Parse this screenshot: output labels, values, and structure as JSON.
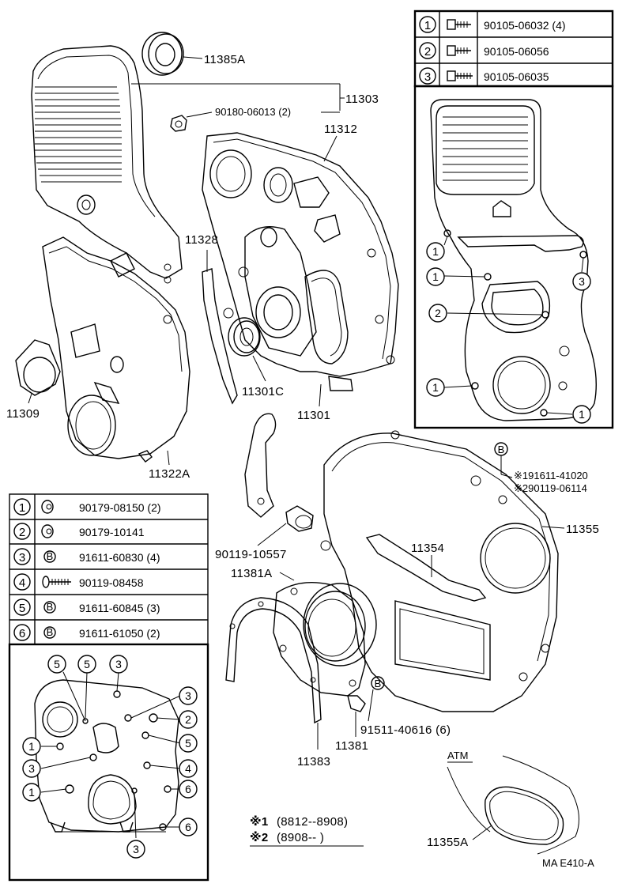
{
  "labels": {
    "seal_top": "11385A",
    "bolt_cover": "90180-06013 (2)",
    "cover_no1": "11303",
    "gasket_11312": "11312",
    "gasket_11328": "11328",
    "seal_11301c": "11301C",
    "case_11301": "11301",
    "plug_11309": "11309",
    "cover_11322a": "11322A",
    "bolt_90119": "90119-10557",
    "retainer_11381a": "11381A",
    "plate_11354": "11354",
    "plate_11355": "11355",
    "note_ref1": "※191611-41020",
    "note_ref2": "※290119-06114",
    "bolt_91511": "91511-40616 (6)",
    "retainer_11381": "11381",
    "gasket_11383": "11383",
    "atm": "ATM",
    "cover_11355a": "11355A",
    "code": "MA  E410-A",
    "b_letter": "B"
  },
  "footnotes": {
    "mark1": "※1",
    "range1": "(8812--8908)",
    "mark2": "※2",
    "range2": "(8908--        )"
  },
  "top_table": {
    "rows": [
      {
        "num": "1",
        "part": "90105-06032 (4)"
      },
      {
        "num": "2",
        "part": "90105-06056"
      },
      {
        "num": "3",
        "part": "90105-06035"
      }
    ]
  },
  "left_table": {
    "rows": [
      {
        "num": "1",
        "part": "90179-08150 (2)"
      },
      {
        "num": "2",
        "part": "90179-10141"
      },
      {
        "num": "3",
        "part": "91611-60830 (4)"
      },
      {
        "num": "4",
        "part": "90119-08458"
      },
      {
        "num": "5",
        "part": "91611-60845 (3)"
      },
      {
        "num": "6",
        "part": "91611-61050 (2)"
      }
    ]
  },
  "callouts": {
    "c1": "1",
    "c2": "2",
    "c3": "3",
    "c4": "4",
    "c5": "5",
    "c6": "6"
  }
}
